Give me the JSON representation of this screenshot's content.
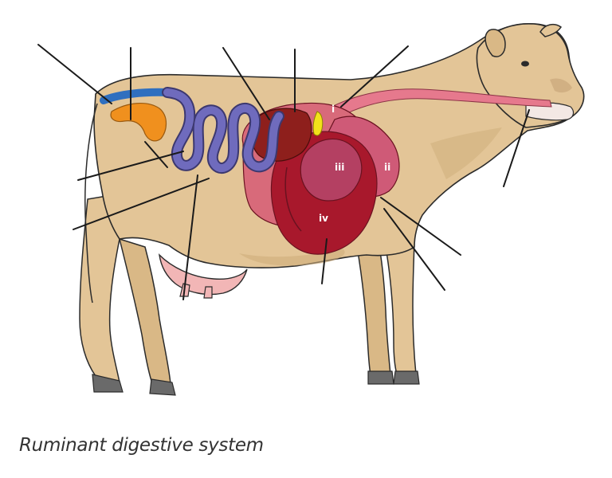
{
  "caption": "Ruminant digestive system",
  "stomach_labels": {
    "one": "i",
    "two": "ii",
    "three": "iii",
    "four": "iv"
  },
  "colors": {
    "body": "#e3c597",
    "body_shadow": "#cfae7c",
    "outline": "#2b2b2b",
    "small_intestine": "#6f6bbd",
    "rectum": "#2f6fbf",
    "caecum": "#f0901e",
    "liver": "#8e1f1c",
    "gall_bladder": "#f2e21a",
    "esophagus": "#e6798d",
    "rumen": "#a8182c",
    "reticulum": "#cf5a77",
    "omasum": "#b44062",
    "abomasum": "#d86a7a",
    "udder": "#f2b6b6",
    "hoof": "#6a6a6a"
  },
  "icons": [
    "cow-outline",
    "stomach-chambers",
    "intestine-coils"
  ]
}
